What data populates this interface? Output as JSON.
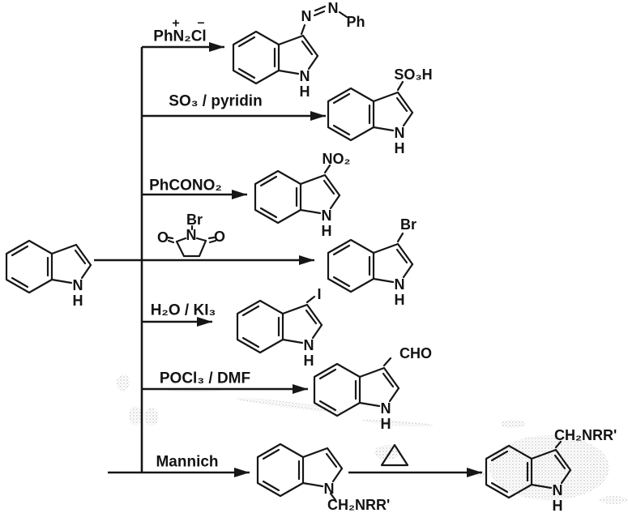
{
  "molecules": {
    "indole": {
      "n": "N",
      "h": "H"
    },
    "azo": {
      "n1": "N",
      "n2": "N",
      "ph": "Ph",
      "n": "N",
      "h": "H"
    },
    "sulfonic": {
      "sub": "SO₃H",
      "n": "N",
      "h": "H"
    },
    "nitro": {
      "sub": "NO₂",
      "n": "N",
      "h": "H"
    },
    "bromo": {
      "sub": "Br",
      "n": "N",
      "h": "H"
    },
    "iodo": {
      "sub": "I",
      "n": "N",
      "h": "H"
    },
    "formyl": {
      "sub": "CHO",
      "n": "N",
      "h": "H"
    },
    "n_mannich": {
      "n": "N",
      "sub": "CH₂NRR'"
    },
    "c_mannich": {
      "sub": "CH₂NRR'",
      "n": "N",
      "h": "H"
    }
  },
  "reagents": {
    "diazonium": {
      "formula": "PhN₂Cl",
      "plus": "+",
      "minus": "–"
    },
    "sulfonation": {
      "formula": "SO₃ / pyridin"
    },
    "nitration": {
      "formula": "PhCONO₂"
    },
    "nbs": {
      "br": "Br",
      "n": "N",
      "o_left": "O",
      "o_right": "O"
    },
    "iodination": {
      "formula": "H₂O / KI₃"
    },
    "formylation": {
      "formula": "POCl₃ / DMF"
    },
    "mannich": {
      "formula": "Mannich"
    }
  },
  "colors": {
    "ink": "#161616",
    "background": "#ffffff",
    "artifact": "#9a9a9a"
  }
}
